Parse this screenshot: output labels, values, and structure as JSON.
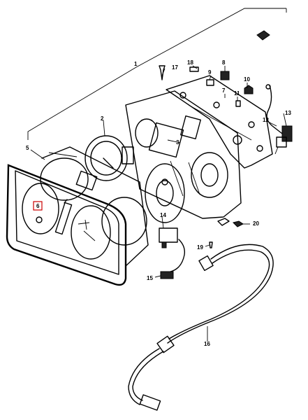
{
  "callouts": [
    {
      "id": "c1",
      "text": "1"
    },
    {
      "id": "c2",
      "text": "2"
    },
    {
      "id": "c3",
      "text": "3"
    },
    {
      "id": "c5",
      "text": "5"
    },
    {
      "id": "c6",
      "text": "6"
    },
    {
      "id": "c7",
      "text": "7"
    },
    {
      "id": "c8",
      "text": "8"
    },
    {
      "id": "c9",
      "text": "9"
    },
    {
      "id": "c10",
      "text": "10"
    },
    {
      "id": "c11",
      "text": "11"
    },
    {
      "id": "c12",
      "text": "12"
    },
    {
      "id": "c13",
      "text": "13"
    },
    {
      "id": "c14",
      "text": "14"
    },
    {
      "id": "c15",
      "text": "15"
    },
    {
      "id": "c16",
      "text": "16"
    },
    {
      "id": "c17",
      "text": "17"
    },
    {
      "id": "c18",
      "text": "18"
    },
    {
      "id": "c19",
      "text": "19"
    },
    {
      "id": "c20",
      "text": "20"
    }
  ],
  "highlighted_callout": "c6",
  "colors": {
    "highlight": "#cc0000",
    "line": "#000000"
  }
}
